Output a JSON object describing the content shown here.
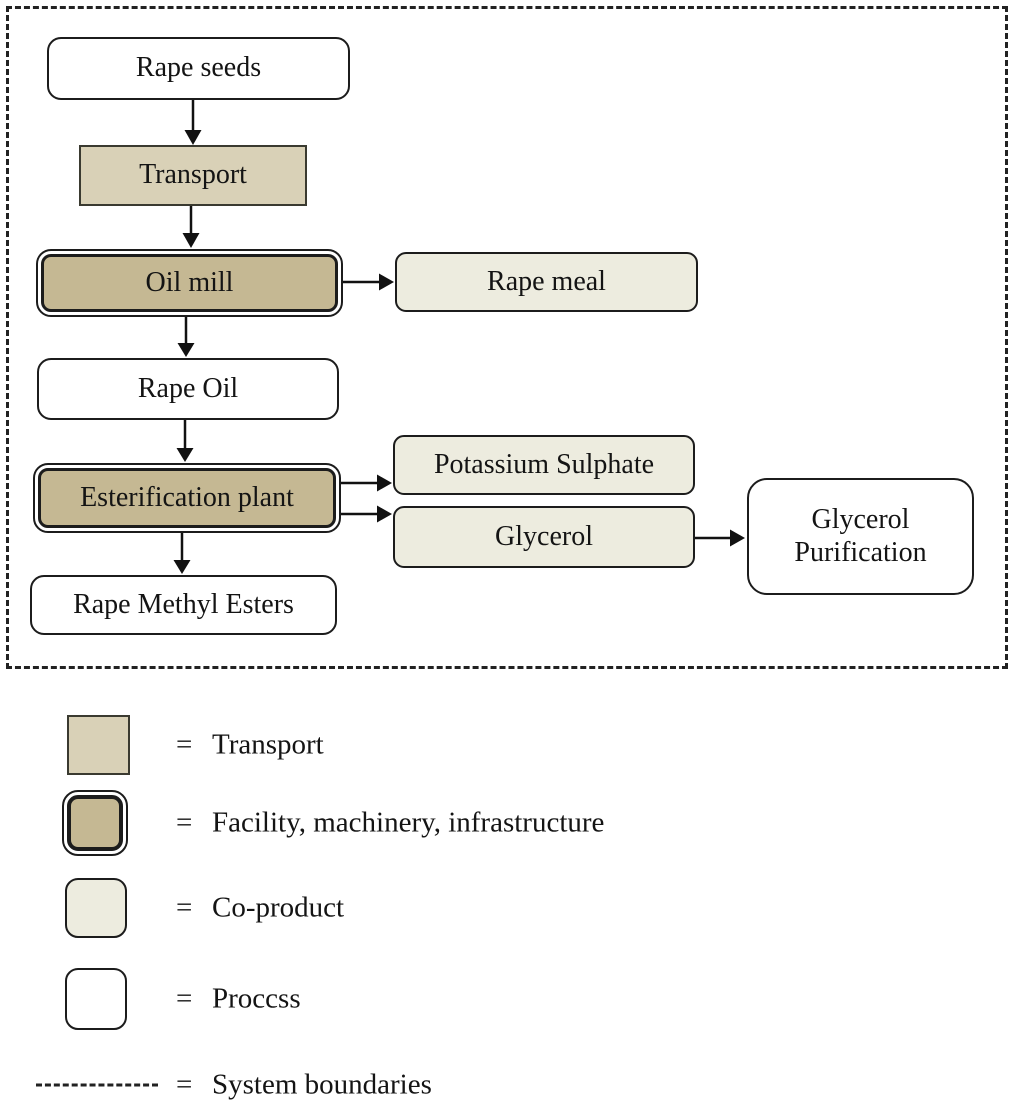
{
  "diagram": {
    "nodes": {
      "rape_seeds": {
        "label": "Rape seeds",
        "type": "process"
      },
      "transport": {
        "label": "Transport",
        "type": "transport"
      },
      "oil_mill": {
        "label": "Oil mill",
        "type": "facility"
      },
      "rape_meal": {
        "label": "Rape meal",
        "type": "co-product"
      },
      "rape_oil": {
        "label": "Rape Oil",
        "type": "process"
      },
      "esterification_plant": {
        "label": "Esterification plant",
        "type": "facility"
      },
      "potassium_sulphate": {
        "label": "Potassium Sulphate",
        "type": "co-product"
      },
      "glycerol": {
        "label": "Glycerol",
        "type": "co-product"
      },
      "glycerol_purification": {
        "label": "Glycerol\nPurification",
        "type": "process"
      },
      "rape_methyl_esters": {
        "label": "Rape Methyl Esters",
        "type": "process"
      }
    }
  },
  "legend": {
    "eq": "=",
    "items": [
      {
        "swatch": "transport",
        "label": "Transport"
      },
      {
        "swatch": "facility",
        "label": "Facility, machinery, infrastructure"
      },
      {
        "swatch": "co-product",
        "label": "Co-product"
      },
      {
        "swatch": "process",
        "label": "Proccss"
      },
      {
        "swatch": "system-boundaries",
        "label": "System boundaries"
      }
    ]
  },
  "colors": {
    "transport_fill": "#d9d1b7",
    "facility_fill": "#c5b893",
    "co_product_fill": "#edecdf",
    "process_fill": "#ffffff",
    "border": "#1c1c1c",
    "line": "#111111"
  }
}
